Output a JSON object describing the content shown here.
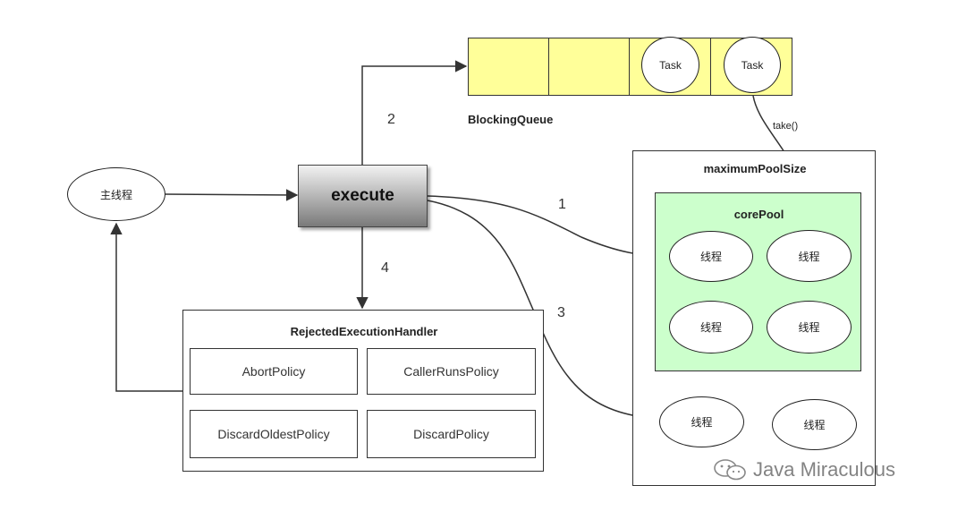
{
  "main_thread": "主线程",
  "execute": "execute",
  "blocking_queue": {
    "title": "BlockingQueue",
    "tasks": [
      "Task",
      "Task"
    ]
  },
  "take": "take()",
  "pool": {
    "max_title": "maximumPoolSize",
    "core_title": "corePool",
    "thread_label": "线程"
  },
  "steps": [
    "1",
    "2",
    "3",
    "4"
  ],
  "handler": {
    "title": "RejectedExecutionHandler",
    "policies": [
      "AbortPolicy",
      "CallerRunsPolicy",
      "DiscardOldestPolicy",
      "DiscardPolicy"
    ]
  },
  "watermark": "Java Miraculous",
  "colors": {
    "queue_fill": "#ffff99",
    "core_fill": "#ccffcc",
    "execute_gradient_top": "#f2f2f2",
    "execute_gradient_bottom": "#7a7a7a"
  }
}
